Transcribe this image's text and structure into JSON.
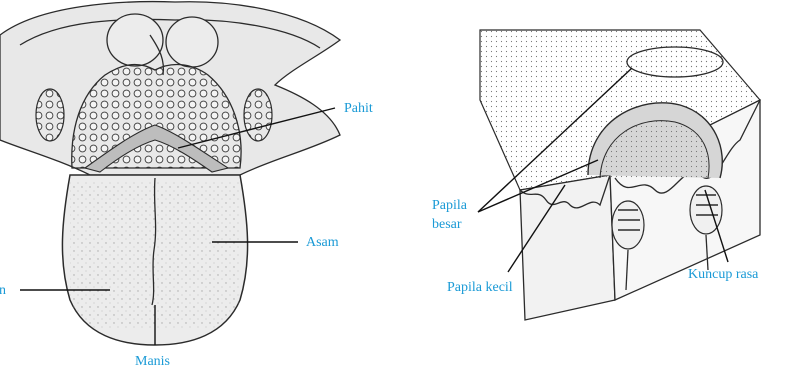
{
  "figure_left": {
    "labels": {
      "pahit": "Pahit",
      "asam": "Asam",
      "asin_partial": "n",
      "manis": "Manis"
    }
  },
  "figure_right": {
    "labels": {
      "papila_besar_line1": "Papila",
      "papila_besar_line2": "besar",
      "papila_kecil": "Papila kecil",
      "kuncup_rasa": "Kuncup rasa"
    }
  },
  "colors": {
    "label_text": "#1a9ad6",
    "leader_line": "#111111",
    "outline": "#2b2b2b",
    "tissue_fill": "#e6e6e6"
  }
}
